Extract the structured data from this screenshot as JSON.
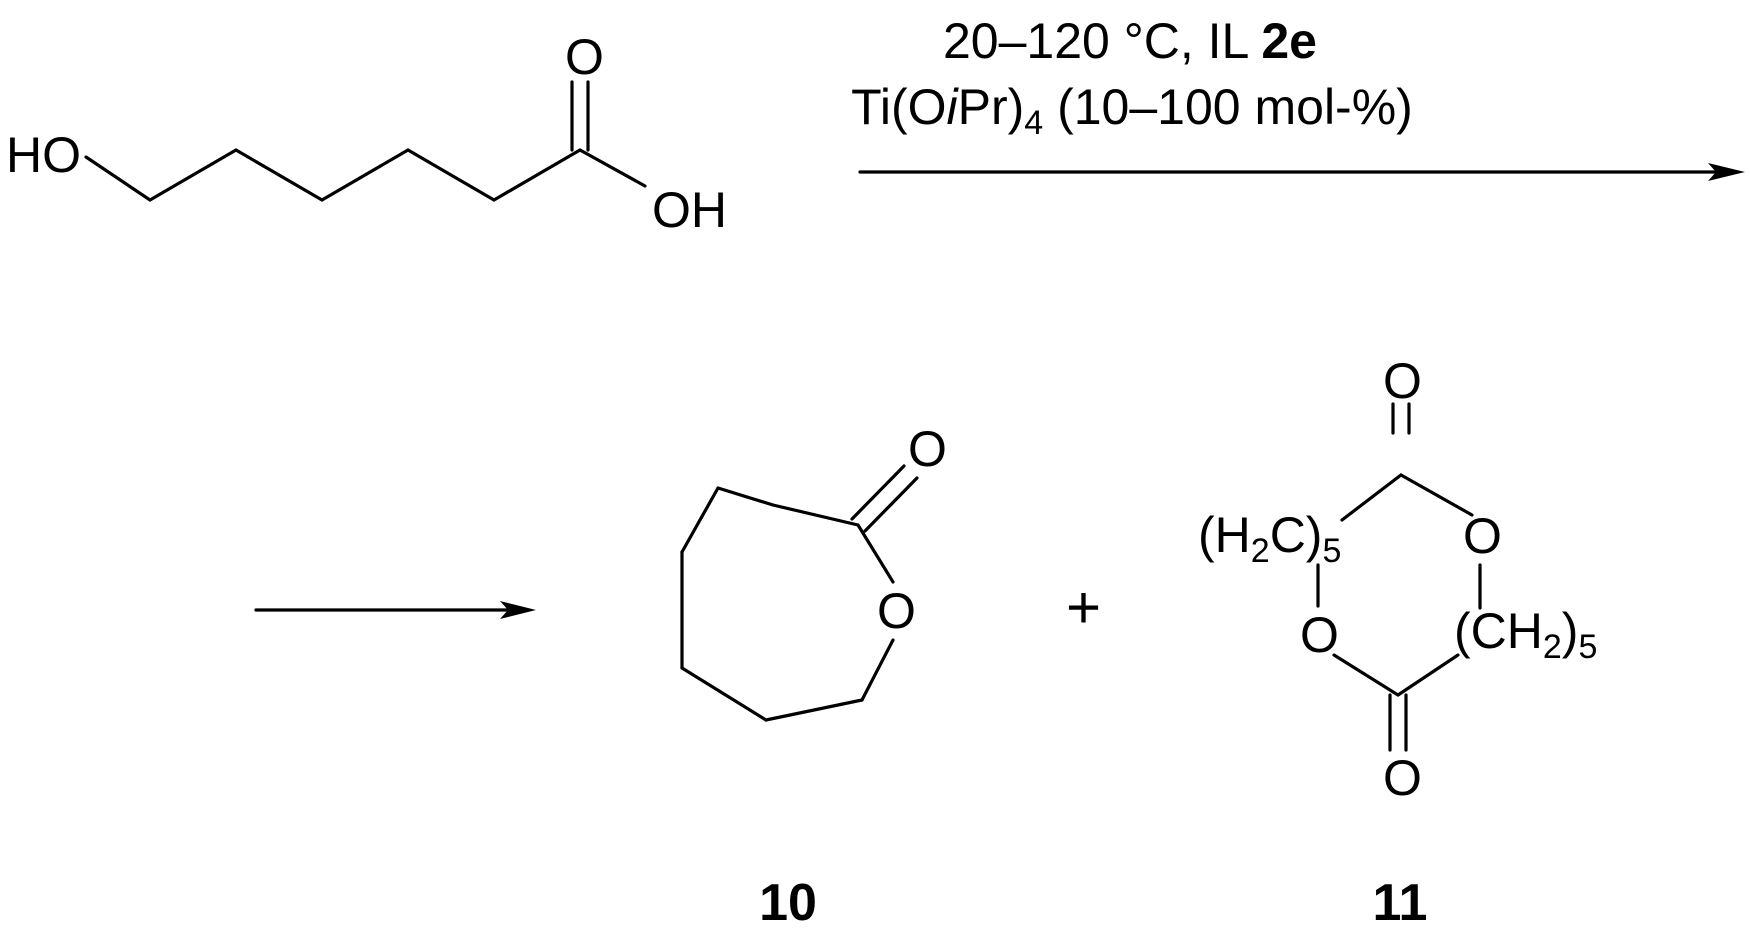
{
  "atoms": {
    "ho": "HO",
    "oh": "OH",
    "o": "O",
    "h2c_open": "(H",
    "h2c_two": "2",
    "h2c_close": "C)",
    "h2c_five": "5",
    "ch2_open": "(CH",
    "ch2_two": "2",
    "ch2_close": ")",
    "ch2_five": "5"
  },
  "conditions": {
    "line1_plain": "20–120 °C, IL ",
    "line1_bold": "2e",
    "line2_prefix": "Ti(O",
    "line2_italic": "i",
    "line2_mid": "Pr)",
    "line2_sub": "4",
    "line2_suffix": " (10–100 mol-%)"
  },
  "plus_sign": "+",
  "compound_labels": {
    "lactone": "10",
    "dilactone": "11"
  }
}
